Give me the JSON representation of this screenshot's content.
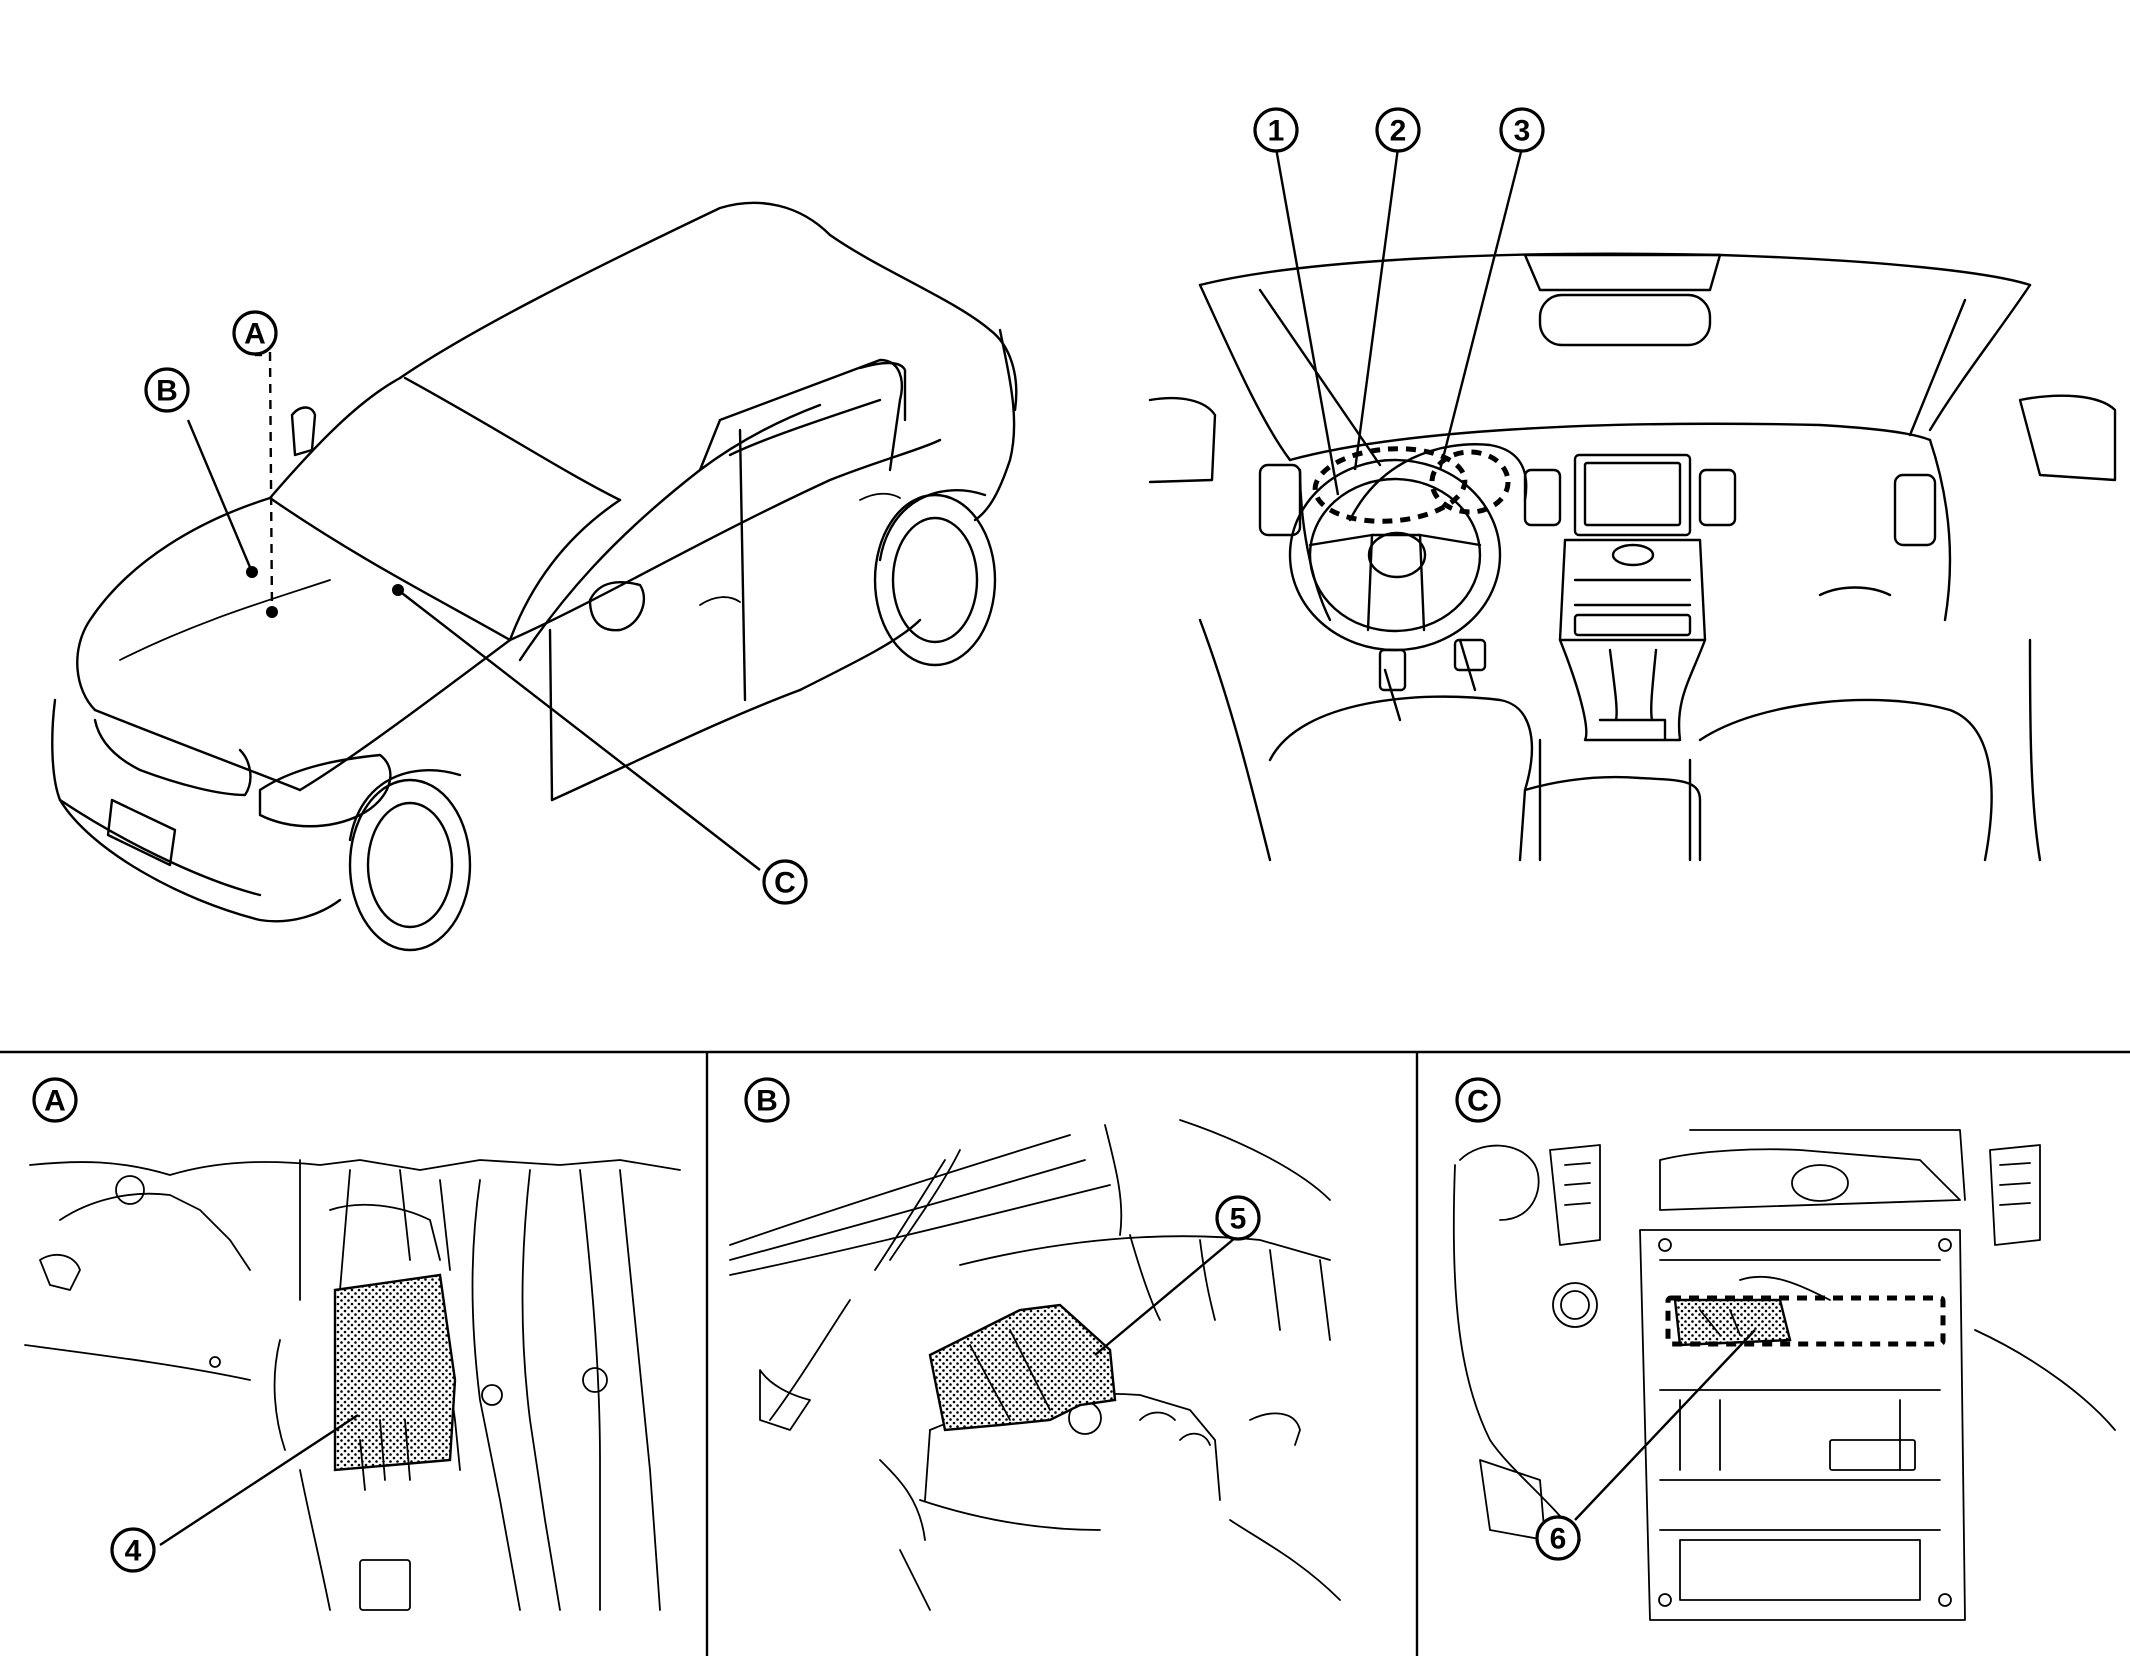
{
  "figure": {
    "callouts": {
      "A": "A",
      "B": "B",
      "C": "C",
      "n1": "1",
      "n2": "2",
      "n3": "3",
      "n4": "4",
      "n5": "5",
      "n6": "6"
    },
    "panels": [
      {
        "id": "A",
        "label": "A",
        "part": "4"
      },
      {
        "id": "B",
        "label": "B",
        "part": "5"
      },
      {
        "id": "C",
        "label": "C",
        "part": "6"
      }
    ]
  }
}
